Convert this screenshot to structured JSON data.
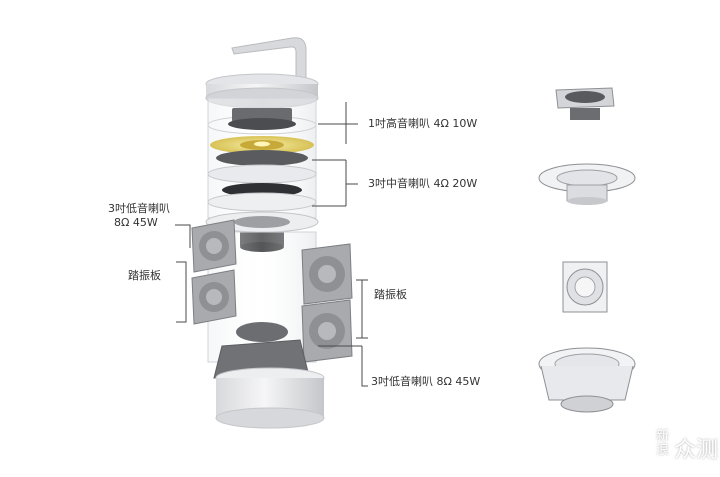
{
  "labels": {
    "tweeter": "1吋高音喇叭 4Ω 10W",
    "midrange": "3吋中音喇叭 4Ω 20W",
    "woofer_left_line1": "3吋低音喇叭",
    "woofer_left_line2": "8Ω 45W",
    "radiator_left": "踏振板",
    "radiator_right": "踏振板",
    "woofer_bottom": "3吋低音喇叭 8Ω 45W"
  },
  "watermark": {
    "line1": "新",
    "line2": "浪",
    "brand": "众测"
  },
  "colors": {
    "body": "#e6e7ea",
    "metal": "#c9cbcf",
    "dark": "#3a3b3e",
    "gold": "#e2cf63",
    "line": "#4a4a4a"
  }
}
